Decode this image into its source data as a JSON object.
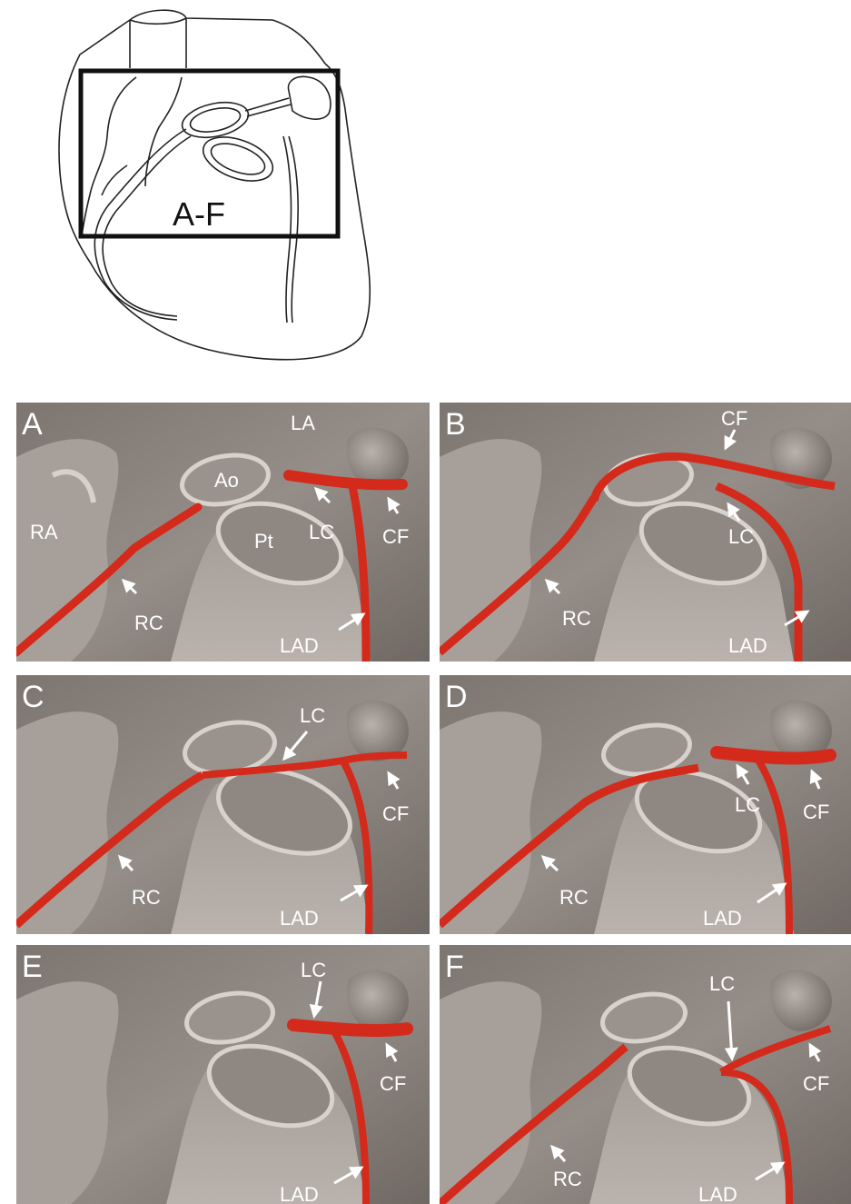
{
  "overview": {
    "box_label": "A-F"
  },
  "panels": [
    {
      "letter": "A",
      "labels": {
        "LA": "LA",
        "Ao": "Ao",
        "RA": "RA",
        "Pt": "Pt",
        "LC": "LC",
        "CF": "CF",
        "RC": "RC",
        "LAD": "LAD"
      }
    },
    {
      "letter": "B",
      "labels": {
        "CF": "CF",
        "LC": "LC",
        "RC": "RC",
        "LAD": "LAD"
      }
    },
    {
      "letter": "C",
      "labels": {
        "LC": "LC",
        "CF": "CF",
        "RC": "RC",
        "LAD": "LAD"
      }
    },
    {
      "letter": "D",
      "labels": {
        "LC": "LC",
        "CF": "CF",
        "RC": "RC",
        "LAD": "LAD"
      }
    },
    {
      "letter": "E",
      "labels": {
        "LC": "LC",
        "CF": "CF",
        "LAD": "LAD"
      }
    },
    {
      "letter": "F",
      "labels": {
        "LC": "LC",
        "CF": "CF",
        "RC": "RC",
        "LAD": "LAD"
      }
    }
  ],
  "colors": {
    "vessel": "#d42a1c",
    "vessel_dark": "#9e1810",
    "tissue": "#8c8580",
    "tissue_light": "#c9c3bd",
    "label": "#ffffff"
  }
}
